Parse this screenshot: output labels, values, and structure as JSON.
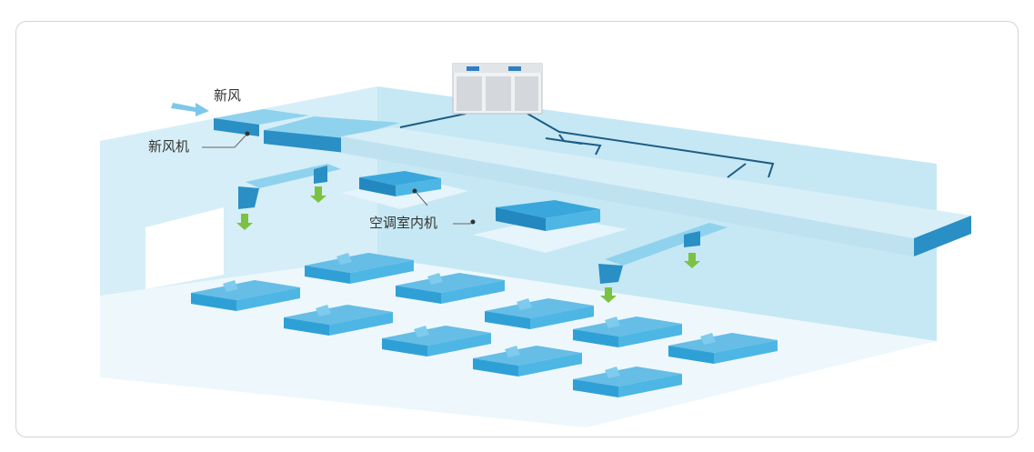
{
  "labels": {
    "fresh_air": "新风",
    "fresh_air_unit": "新风机",
    "indoor_ac_unit": "空调室内机"
  },
  "colors": {
    "wall_back": "#c6e8f4",
    "wall_left": "#d6eef7",
    "floor": "#eef8fc",
    "duct_top": "#8fd2ee",
    "duct_side": "#2a8fc4",
    "unit_top": "#66bde6",
    "unit_side": "#2fa0d6",
    "cassette_top": "#3aa7dc",
    "airflow": "#7cc242",
    "pipe": "#1d5c86",
    "leader": "#666666",
    "border": "#d4d4d4"
  }
}
